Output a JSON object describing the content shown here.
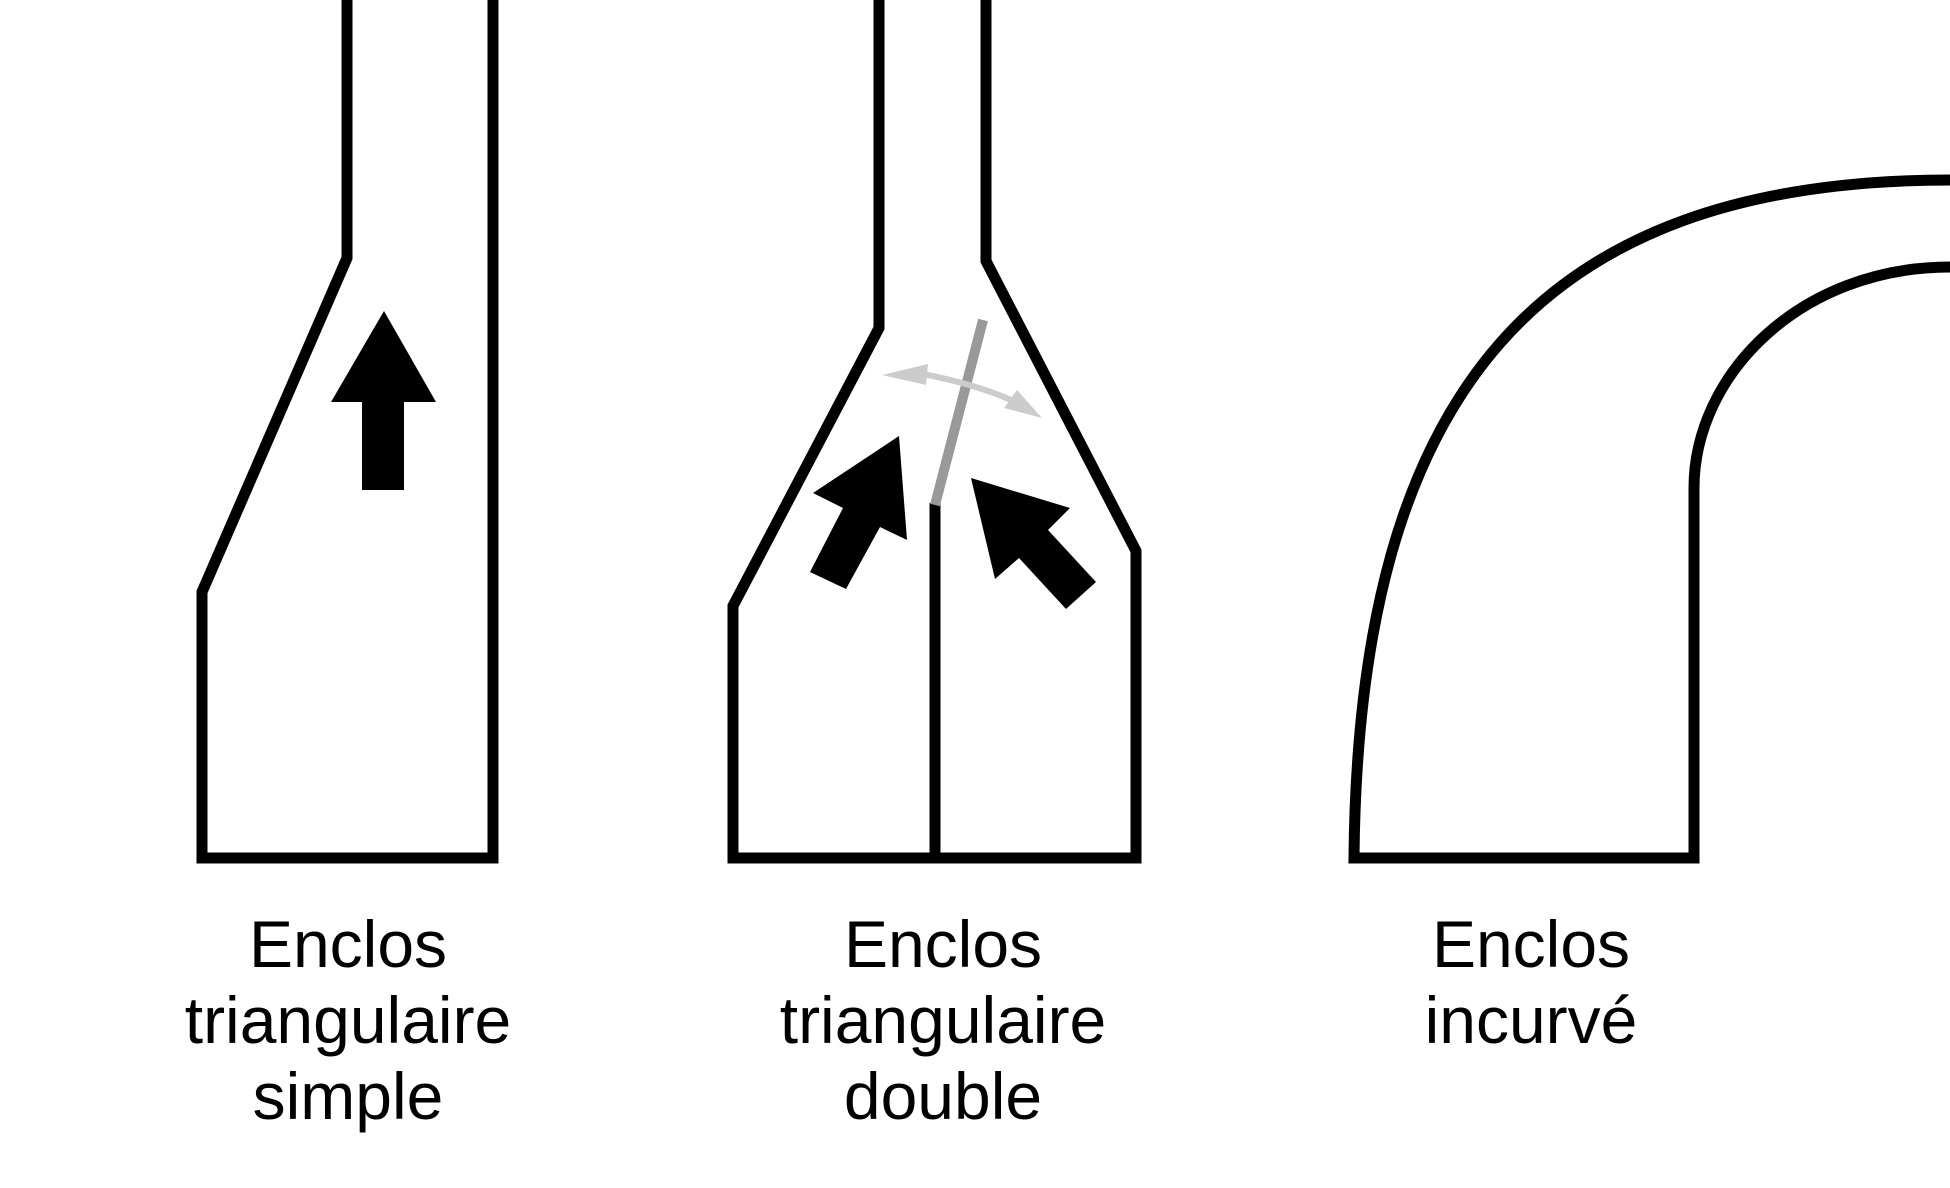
{
  "colors": {
    "outline": "#000000",
    "gate": "#999999",
    "swing_arrow": "#cccccc",
    "background": "#ffffff"
  },
  "panels": [
    {
      "id": "single",
      "caption_lines": [
        "Enclos",
        "triangulaire",
        "simple"
      ],
      "icons": [
        "up-arrow-icon"
      ]
    },
    {
      "id": "double",
      "caption_lines": [
        "Enclos",
        "triangulaire",
        "double"
      ],
      "icons": [
        "up-left-arrow-icon",
        "up-left-arrow-icon",
        "double-headed-curved-arrow-icon"
      ]
    },
    {
      "id": "curved",
      "caption_lines": [
        "Enclos",
        "incurvé"
      ],
      "icons": []
    }
  ]
}
